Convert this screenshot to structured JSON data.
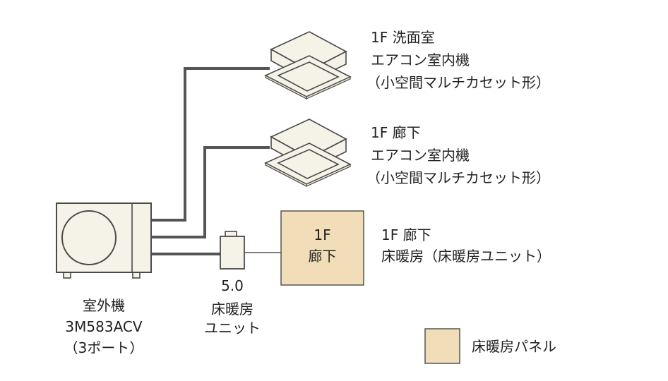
{
  "colors": {
    "pipe": "#555555",
    "unit_fill": "#f5f2e8",
    "unit_stroke": "#4a4a4a",
    "panel_fill": "#f2ddb9",
    "panel_stroke": "#555555",
    "text": "#222222"
  },
  "indoor_units": [
    {
      "line1": "1F 洗面室",
      "line2": "エアコン室内機",
      "line3": "（小空間マルチカセット形）",
      "icon": "ceiling-cassette-unit"
    },
    {
      "line1": "1F 廊下",
      "line2": "エアコン室内機",
      "line3": "（小空間マルチカセット形）",
      "icon": "ceiling-cassette-unit"
    }
  ],
  "floor_heating": {
    "panel_line1": "1F",
    "panel_line2": "廊下",
    "desc_line1": "1F 廊下",
    "desc_line2": "床暖房（床暖房ユニット）"
  },
  "heating_unit": {
    "value": "5.0",
    "name_line1": "床暖房",
    "name_line2": "ユニット",
    "icon": "floor-heating-unit"
  },
  "outdoor_unit": {
    "line1": "室外機",
    "model": "3M583ACV",
    "ports": "（3ポート）",
    "icon": "outdoor-unit-fan"
  },
  "legend": {
    "label": "床暖房パネル"
  }
}
